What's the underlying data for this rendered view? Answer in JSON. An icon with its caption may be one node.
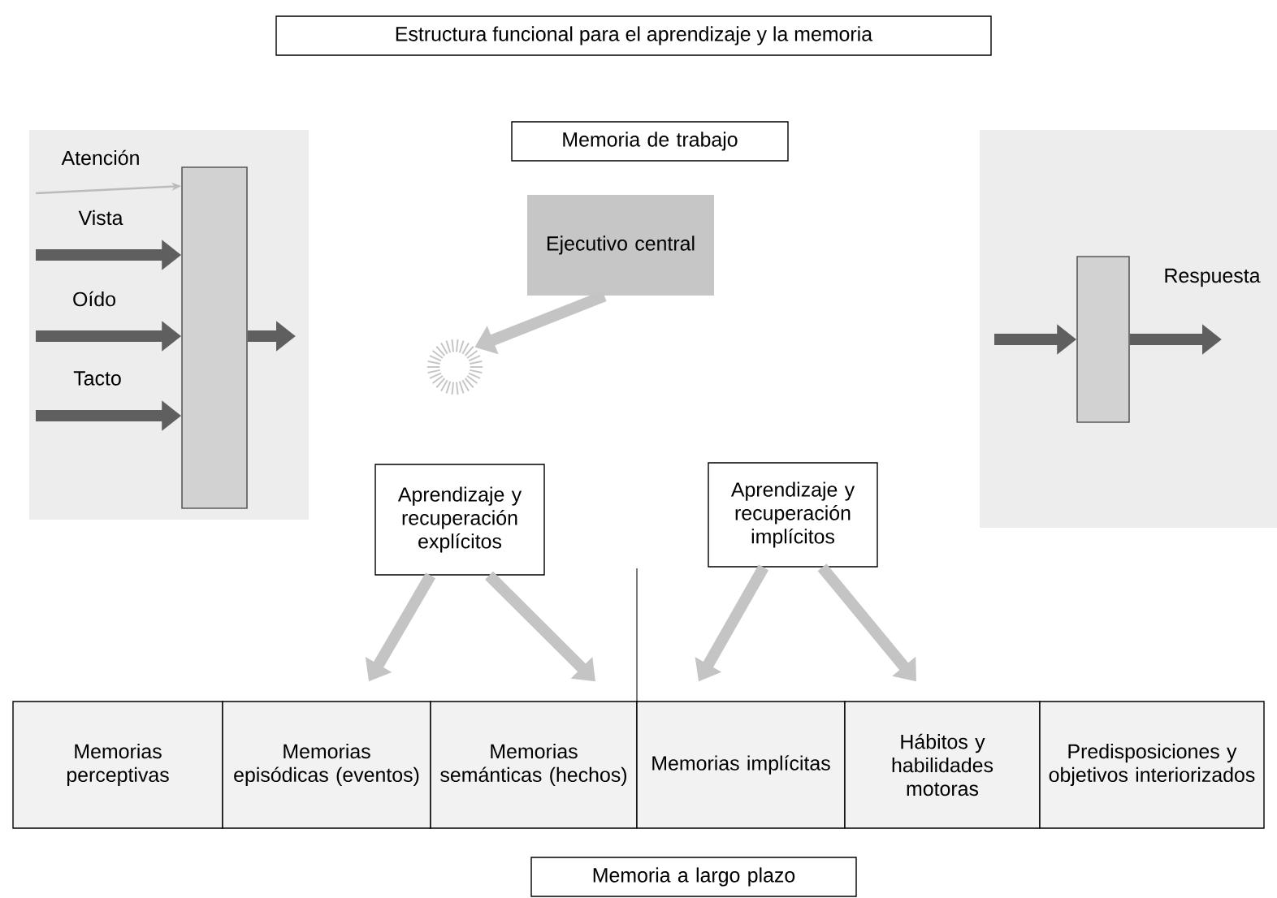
{
  "diagram": {
    "title": "Estructura funcional para el aprendizaje y la memoria",
    "nodes": [
      {
        "text": [
          "Memoria de trabajo"
        ]
      },
      {
        "text": [],
        "shape": "bar"
      },
      {
        "text": [
          "Ejecutivo central"
        ]
      },
      {
        "text": [],
        "shape": "circle"
      },
      {
        "text": [],
        "shape": "bar"
      },
      {
        "text": [
          "Aprendizaje y recuperación explícitos"
        ]
      },
      {
        "text": [
          "Aprendizaje y recuperación implícitos"
        ]
      },
      {
        "text": [
          "Memorias perceptivas"
        ]
      },
      {
        "text": [
          "Memorias episódicas (eventos)"
        ]
      },
      {
        "text": [
          "Memorias semánticas (hechos)"
        ]
      },
      {
        "text": [
          "Memorias implícitas"
        ]
      },
      {
        "text": [
          "Hábitos y habilidades motoras"
        ]
      },
      {
        "text": [
          "Predisposiciones y objetivos interiorizados"
        ]
      },
      {
        "text": [
          "Memoria a largo plazo"
        ]
      }
    ],
    "edges": [
      {
        "from": null,
        "to": 1,
        "arrow": "to",
        "label": "Atención",
        "color": "#bbbbbb"
      },
      {
        "from": null,
        "to": 1,
        "arrow": "to",
        "label": "Vista"
      },
      {
        "from": null,
        "to": 1,
        "arrow": "to",
        "label": "Oído"
      },
      {
        "from": null,
        "to": 1,
        "arrow": "to",
        "label": "Tacto"
      },
      {
        "from": 1,
        "to": null,
        "arrow": "to"
      },
      {
        "from": 2,
        "to": 3,
        "arrow": "to",
        "color": "#c4c4c4"
      },
      {
        "from": null,
        "to": 4,
        "arrow": "to"
      },
      {
        "from": 4,
        "to": null,
        "arrow": "to",
        "label": "Respuesta"
      },
      {
        "from": 5,
        "to": 8,
        "arrow": "to",
        "color": "#c4c4c4"
      },
      {
        "from": 5,
        "to": 9,
        "arrow": "to",
        "color": "#c4c4c4"
      },
      {
        "from": 6,
        "to": 10,
        "arrow": "to",
        "color": "#c4c4c4"
      },
      {
        "from": 6,
        "to": 11,
        "arrow": "to",
        "color": "#c4c4c4"
      }
    ]
  }
}
